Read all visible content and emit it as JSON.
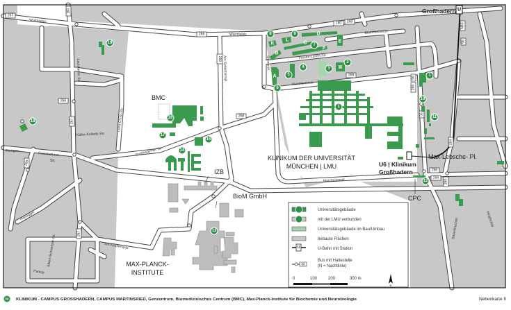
{
  "colors": {
    "university": "#3a9a4e",
    "construction": "#a9d4b0",
    "built": "#c8c8c8",
    "road_outline": "#444444"
  },
  "places": {
    "bmc": "BMC",
    "klinikum_line1": "KLINIKUM DER UNIVERSITÄT",
    "klinikum_line2": "MÜNCHEN | LMU",
    "izb": "IZB",
    "biom": "BioM GmbH",
    "mpi_line1": "MAX-PLANCK-",
    "mpi_line2": "INSTITUTE",
    "cpc": "CPC",
    "max_lebsche": "Max-Lebsche-  Pl.",
    "u6_line1": "U6 | Klinikum",
    "u6_line2": "Großhadern",
    "grosshadern": "Großhadern"
  },
  "streets": {
    "wuermtal1": "Würmtalstr.",
    "wuermtal2": "Würmtalstr.",
    "feodor": "Feodor-Lynen-Str.",
    "marchionini1": "Marchioninistr.",
    "marchionini2": "Marchioninistr.",
    "grosshaderner": "Großhaderner Str.",
    "klopferspitz": "Am Klopferspitz",
    "kaethe": "Käthe-Kollwitz-Str.",
    "fraunhofer": "Fraunhoferstr.",
    "roentgen": "Röntgen-",
    "roentgen2": "Str.",
    "planegger": "Planegger",
    "albert": "Albert-Schweitzer-Str.",
    "park": "Parkstr.",
    "sauerbruch": "Sauerbruchstr.",
    "heiglhof": "Heiglhofstr.",
    "lochhamer": "Lochhamer Str.",
    "lena": "Lena-Christ-Str.",
    "sebastian": "Am Sebastianspl.",
    "schiessstaett": "Steinerstr.",
    "elsen": "Elsenheimerstr."
  },
  "buildings": {
    "numbers": [
      "1",
      "1",
      "2",
      "3",
      "4",
      "5",
      "6",
      "7",
      "8",
      "9",
      "10",
      "11",
      "12",
      "13",
      "14",
      "15",
      "16",
      "17",
      "18",
      "19"
    ],
    "letters": [
      "A",
      "B",
      "C",
      "D",
      "E",
      "F",
      "K",
      "L"
    ]
  },
  "bus_routes": [
    "267",
    "268",
    "160",
    "266",
    "267",
    "260",
    "267",
    "268",
    "180",
    "268",
    "268",
    "56",
    "N40",
    "56",
    "266",
    "264",
    "266",
    "269",
    "260",
    "56",
    "269"
  ],
  "legend": {
    "items": [
      "Universitätsgebäude",
      "mit der LMU verbunden",
      "Universitätsgebäude im Bau/Umbau",
      "bebaute Flächen",
      "U-Bahn mit Station",
      "Bus mit Haltestelle",
      "(N = Nachtlinie)"
    ],
    "u_symbol": "U",
    "bus_symbol": "56",
    "scale": [
      "0",
      "100",
      "200",
      "300 m"
    ],
    "north": "N"
  },
  "footer": {
    "badge": "50",
    "caption": "KLINIKUM - CAMPUS GROSSHADERN, CAMPUS MARTINSRIED, Genzentrum, Biomedizinisches Centrum (BMC), Max-Planck-Institute für Biochemie und Neurobiologie",
    "sheet": "Nebenkarte II"
  }
}
